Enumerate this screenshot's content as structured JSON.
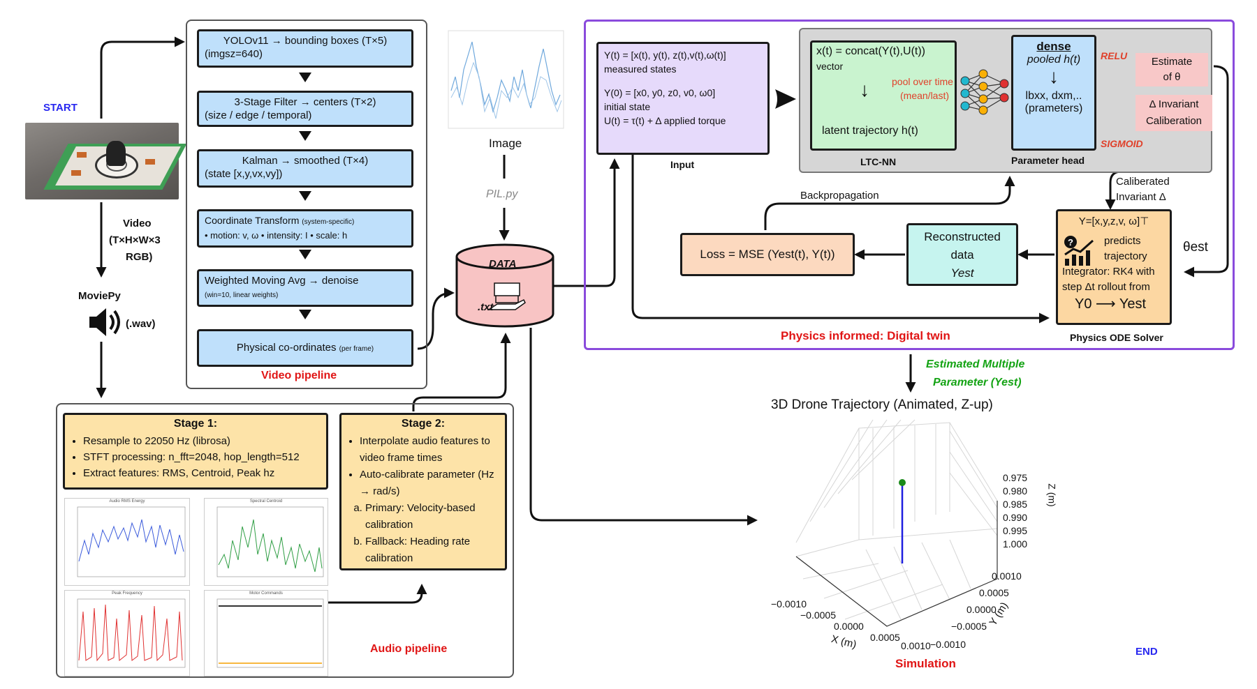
{
  "labels": {
    "start": "START",
    "end": "END",
    "video": "Video",
    "video_dims": "(T×H×W×3",
    "video_rgb": "RGB)",
    "moviepy": "MoviePy",
    "wav": "(.wav)",
    "image": "Image",
    "pilpy": "PIL.py",
    "data": "DATA",
    "txt": ".txt",
    "video_pipeline": "Video pipeline",
    "audio_pipeline": "Audio pipeline",
    "digital_twin": "Physics informed: Digital twin",
    "estimated_line1": "Estimated Multiple",
    "estimated_line2": "Parameter (Yest)",
    "simulation": "Simulation",
    "backprop": "Backpropagation",
    "theta_est": "θest",
    "calib_line1": "Caliberated",
    "calib_line2": "Invariant Δ",
    "relu": "RELU",
    "sigmoid": "SIGMOID",
    "input": "Input",
    "ltc": "LTC-NN",
    "param_head": "Parameter head",
    "ode_solver": "Physics ODE Solver"
  },
  "video_pipeline": {
    "steps": [
      {
        "line1": "YOLOv11 → bounding boxes (T×5)",
        "line2": "(imgsz=640)"
      },
      {
        "line1": "3-Stage Filter → centers (T×2)",
        "line2": "(size / edge / temporal)"
      },
      {
        "line1": "Kalman → smoothed (T×4)",
        "line2": "(state [x,y,vx,vy])"
      },
      {
        "line1": "Coordinate Transform",
        "line1_small": "(system-specific)",
        "line2": "• motion: v, ω   • intensity: I   • scale: h"
      },
      {
        "line1": "Weighted Moving Avg → denoise",
        "line2": "(win=10, linear weights)"
      },
      {
        "line1": "Physical co-ordinates",
        "line1_small": "(per frame)"
      }
    ]
  },
  "audio": {
    "stage1_title": "Stage 1:",
    "stage1_items": [
      "Resample to 22050 Hz (librosa)",
      "STFT processing: n_fft=2048, hop_length=512",
      "Extract features: RMS, Centroid, Peak hz"
    ],
    "stage2_title": "Stage 2:",
    "stage2_items": [
      "Interpolate audio features to video frame times",
      "Auto-calibrate parameter (Hz → rad/s)"
    ],
    "stage2_subitems": [
      "Primary: Velocity-based calibration",
      "Fallback: Heading rate calibration"
    ],
    "plot_titles": [
      "Audio RMS Energy",
      "Spectral Centroid",
      "Peak Frequency",
      "Motor Commands"
    ],
    "colors": {
      "rms": "#3b5bdb",
      "centroid": "#2f9e44",
      "peak": "#e03131",
      "motor": "#f59f00"
    }
  },
  "twin": {
    "input_lines": [
      "Y(t) = [x(t), y(t), z(t),v(t),ω(t)]",
      "measured states",
      "Y(0) = [x0, y0, z0, v0, ω0]",
      "initial state",
      "U(t) = τ(t) + Δ applied torque"
    ],
    "ltc_line1": "x(t) = concat(Y(t),U(t))",
    "ltc_vector": "vector",
    "ltc_pool1": "pool over time",
    "ltc_pool2": "(mean/last)",
    "ltc_latent": "latent trajectory h(t)",
    "dense_title": "dense",
    "dense_pooled": "pooled h(t)",
    "dense_params": "lbxx, dxm,..",
    "dense_prameters": "(prameters)",
    "estimate_line1": "Estimate",
    "estimate_line2": "of θ",
    "invariant_line1": "Δ Invariant",
    "invariant_line2": "Caliberation",
    "solver_line1": "Y=[x,y,z,v, ω]⊤",
    "solver_predicts1": "predicts",
    "solver_predicts2": "trajectory",
    "solver_integrator1": "Integrator: RK4 with",
    "solver_integrator2": "step Δt rollout from",
    "solver_from": "Y0",
    "solver_to": "Yest",
    "recon_line1": "Reconstructed",
    "recon_line2": "data",
    "recon_line3": "Yest",
    "loss": "Loss = MSE (Yest(t), Y(t))"
  },
  "plot3d": {
    "title": "3D Drone Trajectory (Animated, Z-up)",
    "xlabel": "X (m)",
    "ylabel": "Y (m)",
    "zlabel": "Z (m)",
    "z_ticks": [
      "0.975",
      "0.980",
      "0.985",
      "0.990",
      "0.995",
      "1.000"
    ],
    "x_ticks": [
      "−0.0010",
      "−0.0005",
      "0.0000",
      "0.0005",
      "0.0010"
    ],
    "y_ticks": [
      "0.0010",
      "0.0005",
      "0.0000",
      "−0.0005",
      "−0.0010"
    ],
    "point_color": "#1a8a1a",
    "line_color": "#1f1fe0"
  }
}
